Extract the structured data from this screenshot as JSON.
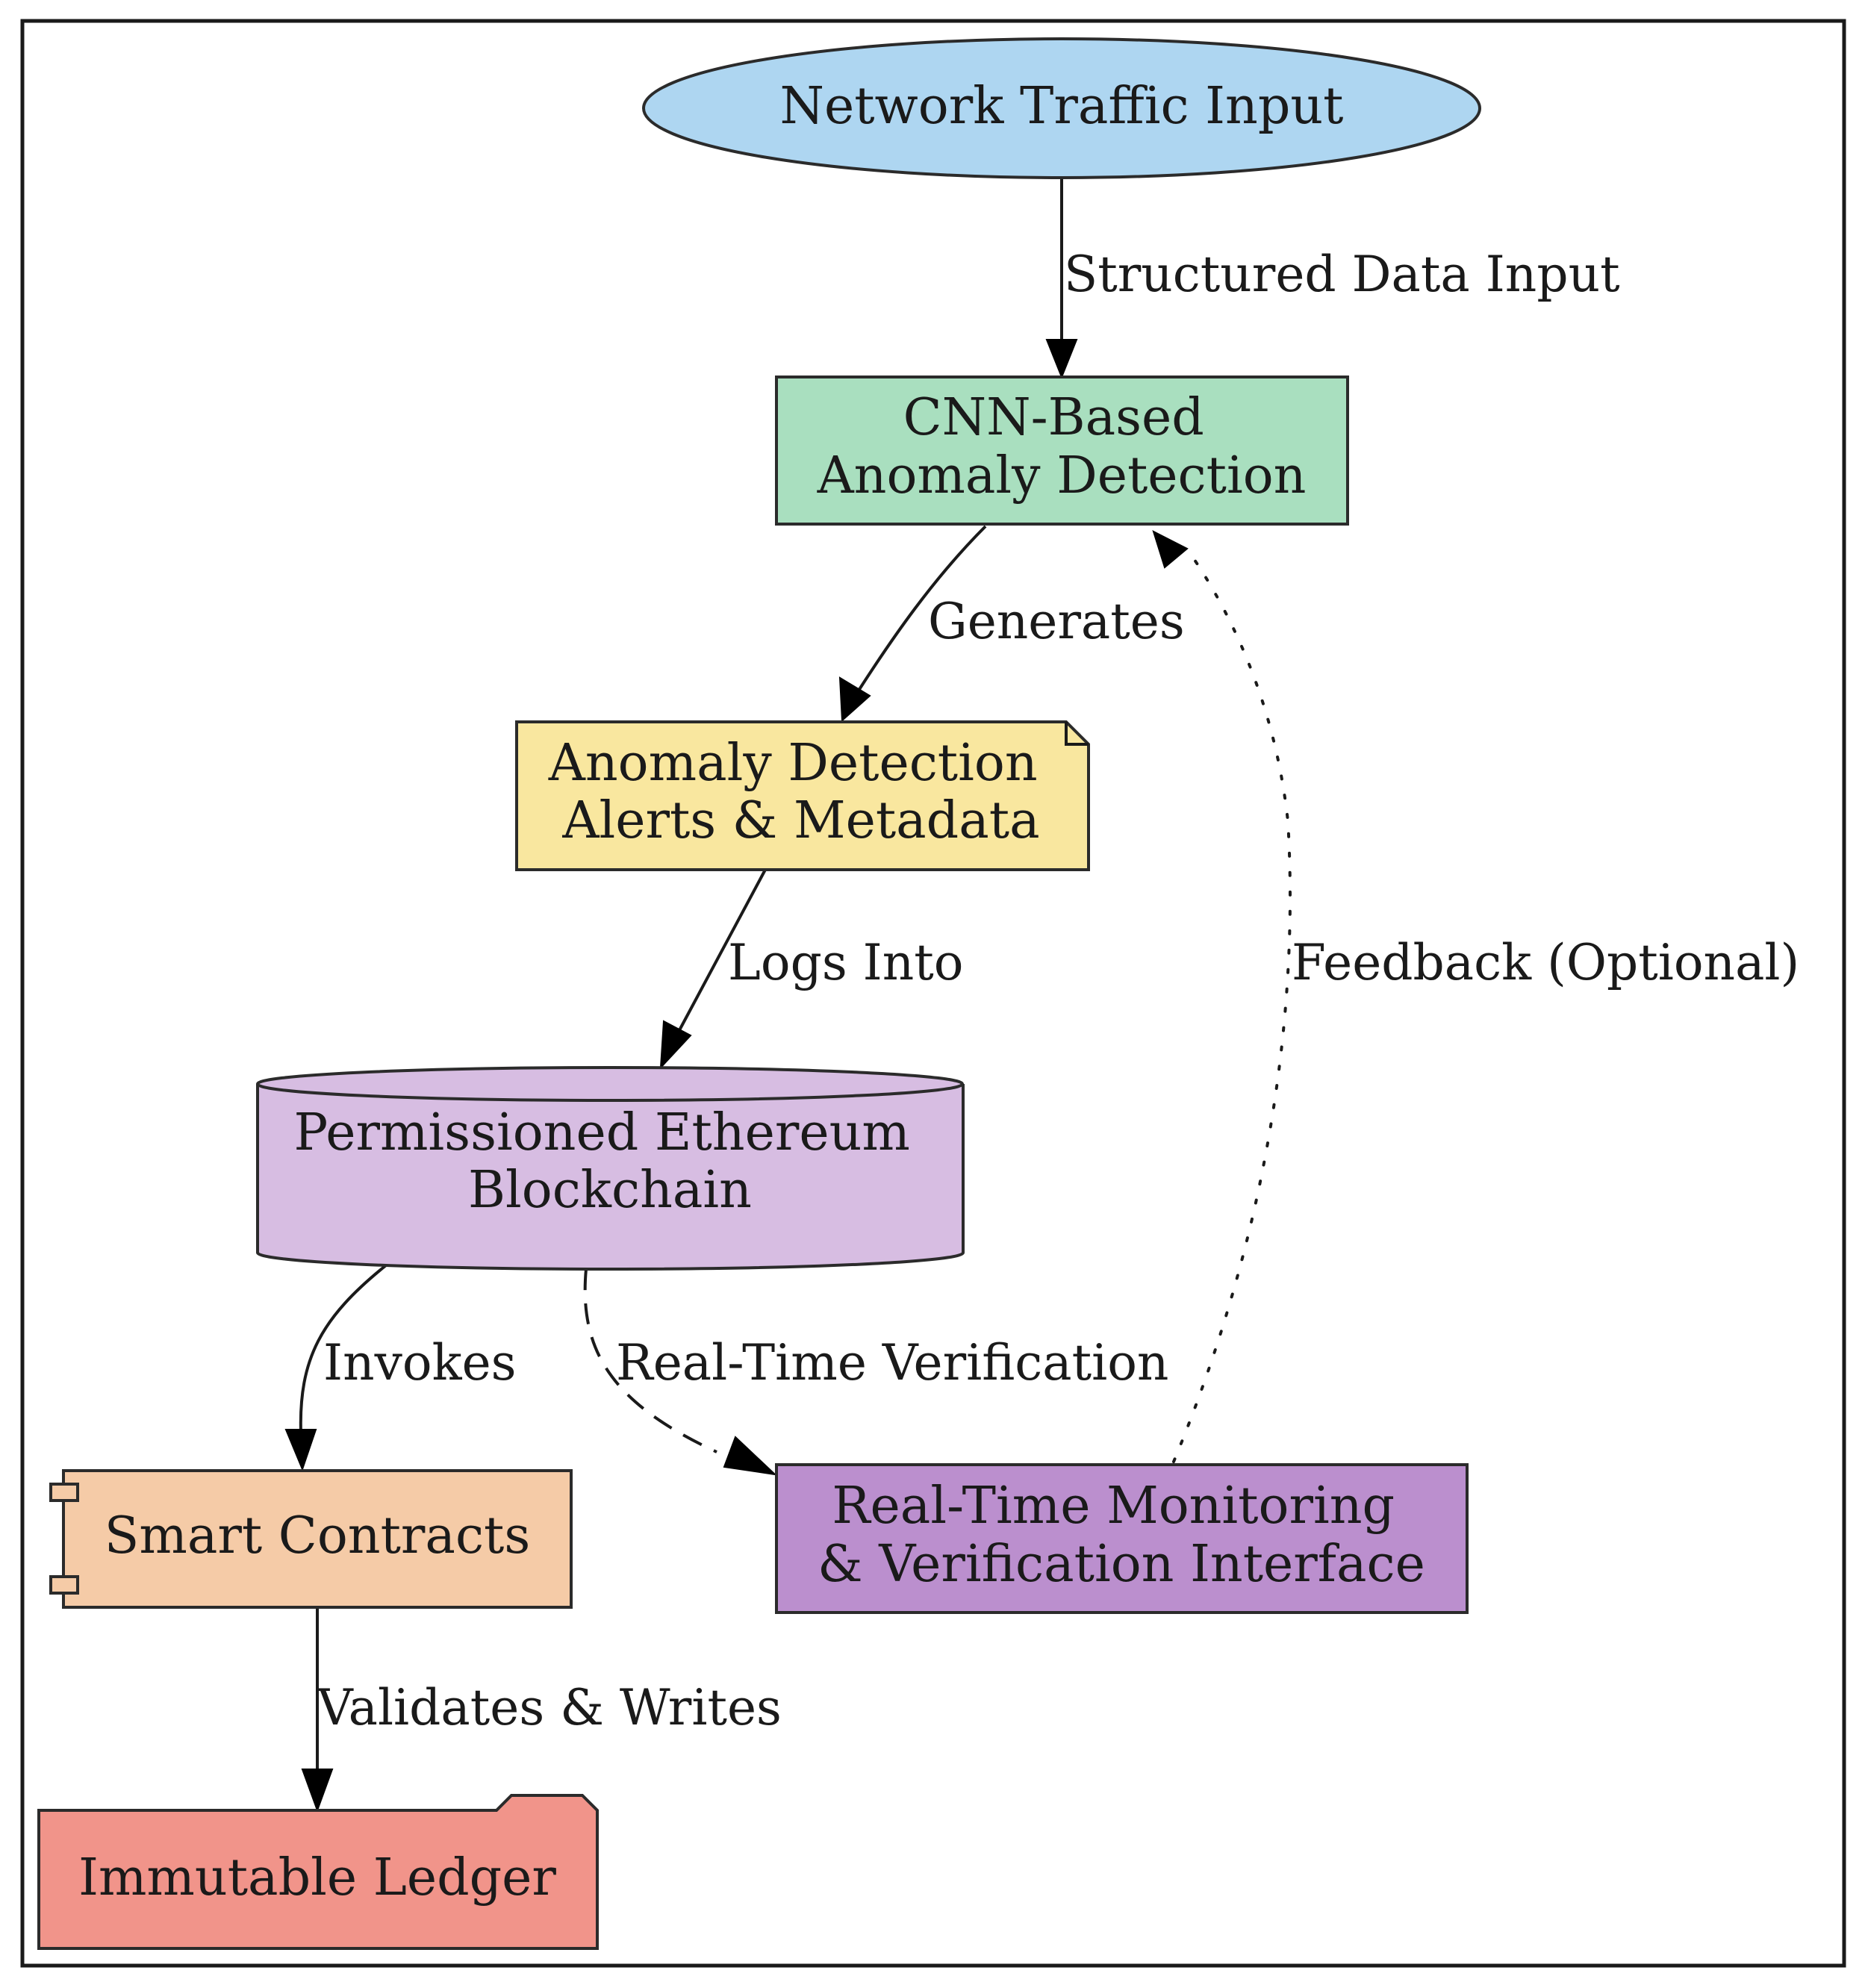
{
  "nodes": {
    "network_traffic": {
      "lines": [
        "Network Traffic Input"
      ],
      "color": "#aed6f1"
    },
    "cnn_detection": {
      "lines": [
        "CNN-Based",
        "Anomaly Detection"
      ],
      "color": "#a9dfbf"
    },
    "alerts_metadata": {
      "lines": [
        "Anomaly Detection",
        "Alerts & Metadata"
      ],
      "color": "#f9e79f"
    },
    "blockchain": {
      "lines": [
        "Permissioned Ethereum",
        "Blockchain"
      ],
      "color": "#d7bde2"
    },
    "smart_contracts": {
      "lines": [
        "Smart Contracts"
      ],
      "color": "#f5cba7"
    },
    "monitoring_interface": {
      "lines": [
        "Real-Time Monitoring",
        "& Verification Interface"
      ],
      "color": "#bb8fce"
    },
    "immutable_ledger": {
      "lines": [
        "Immutable Ledger"
      ],
      "color": "#f1948a"
    }
  },
  "edges": {
    "structured_data_input": "Structured Data Input",
    "generates": "Generates",
    "logs_into": "Logs Into",
    "invokes": "Invokes",
    "real_time_verification": "Real-Time Verification",
    "feedback_optional": "Feedback (Optional)",
    "validates_writes": "Validates & Writes"
  }
}
